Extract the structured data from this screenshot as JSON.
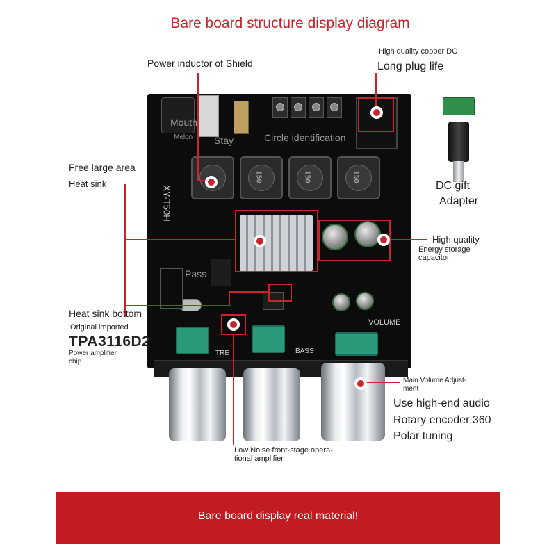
{
  "title": "Bare board structure display diagram",
  "callouts": {
    "power_inductor": "Power inductor of Shield",
    "dc_copper": "High quality copper DC",
    "long_plug": "Long plug life",
    "heat_sink_1": "Free large area",
    "heat_sink_2": "Heat sink",
    "dc_gift": "DC gift",
    "adapter": "Adapter",
    "capacitor_1": "High quality",
    "capacitor_2": "Energy storage",
    "capacitor_3": "capacitor",
    "heat_sink_bottom": "Heat sink bottom",
    "original_imported": "Original imported",
    "chip_model": "TPA3116D2",
    "chip_desc_1": "Power amplifier",
    "chip_desc_2": "chip",
    "volume_adjust_1": "Main Volume Adjust-",
    "volume_adjust_2": "ment",
    "encoder_1": "Use high-end audio",
    "encoder_2": "Rotary encoder 360",
    "encoder_3": "Polar tuning",
    "low_noise_1": "Low Noise front-stage opera-",
    "low_noise_2": "tional amplifier"
  },
  "board": {
    "model": "XY-T50H",
    "volume": "VOLUME",
    "bass": "BASS",
    "treble": "TRE",
    "inductor_mark": "150"
  },
  "overlays": {
    "mouth": "Mouth",
    "melon": "Melon",
    "stay": "Stay",
    "circle_id": "Circle identification",
    "pass": "Pass"
  },
  "banner": "Bare board display real material!",
  "colors": {
    "accent": "#c8242b",
    "banner": "#c01c22",
    "board": "#0c0c0c"
  }
}
